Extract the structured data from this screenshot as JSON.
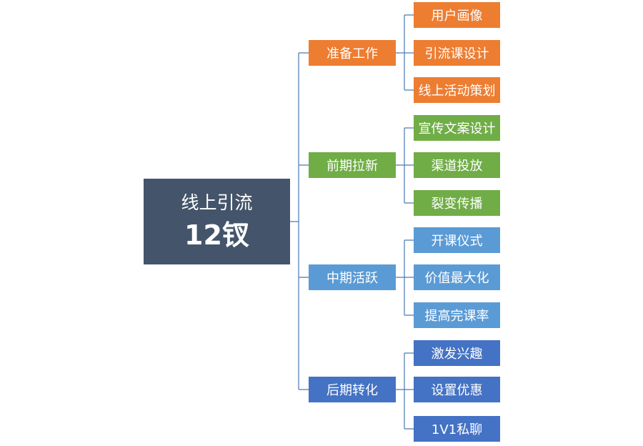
{
  "root": {
    "title": "线上引流",
    "subtitle": "12钗"
  },
  "colors": {
    "connector": "#4a7ab5",
    "root": "#44546a",
    "orange": "#ed7d31",
    "green": "#70ad47",
    "light_blue": "#5b9bd5",
    "dark_blue": "#4472c4"
  },
  "categories": [
    {
      "label": "准备工作",
      "color": "orange",
      "leaves": [
        "用户画像",
        "引流课设计",
        "线上活动策划"
      ]
    },
    {
      "label": "前期拉新",
      "color": "green",
      "leaves": [
        "宣传文案设计",
        "渠道投放",
        "裂变传播"
      ]
    },
    {
      "label": "中期活跃",
      "color": "lblue",
      "leaves": [
        "开课仪式",
        "价值最大化",
        "提高完课率"
      ]
    },
    {
      "label": "后期转化",
      "color": "dblue",
      "leaves": [
        "激发兴趣",
        "设置优惠",
        "1V1私聊"
      ]
    }
  ]
}
